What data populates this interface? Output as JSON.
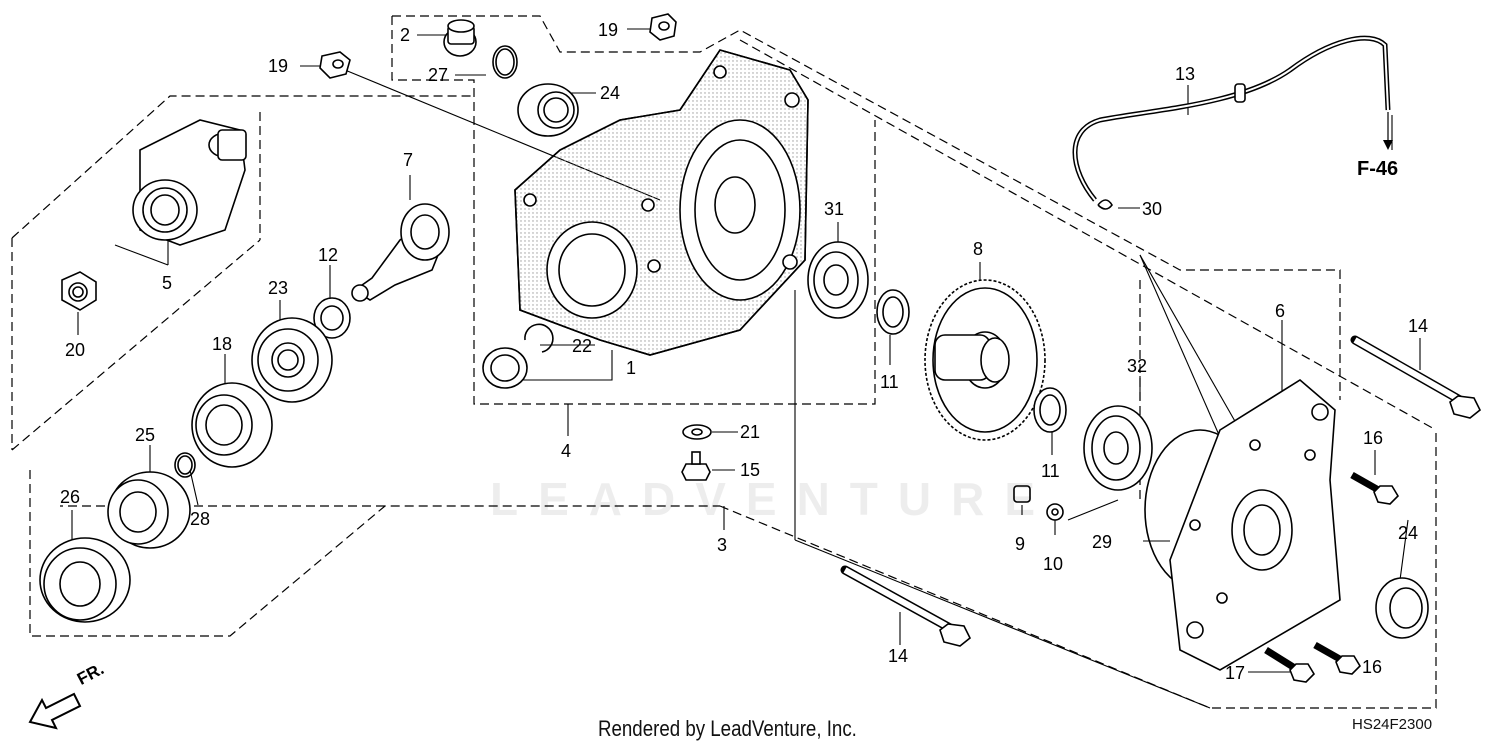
{
  "diagram": {
    "watermark_text": "LEADVENTURE",
    "footer_text": "Rendered by LeadVenture, Inc.",
    "diagram_code": "HS24F2300",
    "front_label": "FR.",
    "cross_reference": "F-46",
    "callouts": {
      "c1": "1",
      "c2": "2",
      "c3": "3",
      "c4": "4",
      "c5": "5",
      "c6": "6",
      "c7": "7",
      "c8": "8",
      "c9": "9",
      "c10": "10",
      "c11a": "11",
      "c11b": "11",
      "c12": "12",
      "c13": "13",
      "c14a": "14",
      "c14b": "14",
      "c15": "15",
      "c16a": "16",
      "c16b": "16",
      "c17": "17",
      "c18": "18",
      "c19a": "19",
      "c19b": "19",
      "c20": "20",
      "c21": "21",
      "c22": "22",
      "c23": "23",
      "c24a": "24",
      "c24b": "24",
      "c25": "25",
      "c26": "26",
      "c27": "27",
      "c28": "28",
      "c29": "29",
      "c30": "30",
      "c31": "31",
      "c32": "32"
    }
  }
}
